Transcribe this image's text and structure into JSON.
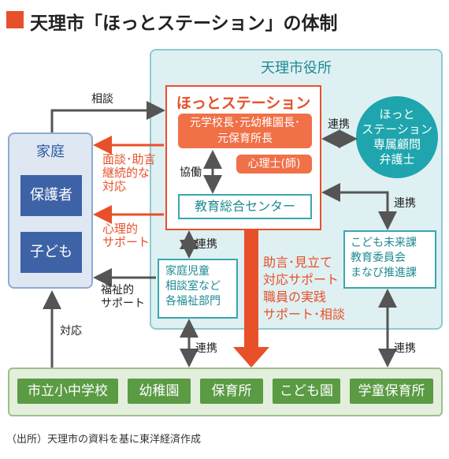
{
  "title": "天理市「ほっとステーション」の体制",
  "city_office": {
    "label": "天理市役所",
    "hotto_station": {
      "label": "ほっとステーション",
      "staff_1": "元学校長･元幼稚園長･\n元保育所長",
      "staff_2": "心理士(師)",
      "kyodo": "協働",
      "education_center": "教育総合センター"
    },
    "advisor": "ほっと\nステーション\n専属顧問\n弁護士",
    "kodomo_dept": "こども未来課\n教育委員会\nまなび推進課",
    "welfare_dept": "家庭児童\n相談室など\n各福祉部門"
  },
  "family": {
    "label": "家庭",
    "guardian": "保護者",
    "child": "子ども"
  },
  "annotations": {
    "soudan": "相談",
    "mendan": "面談･助言\n継続的な\n対応",
    "shinri": "心理的\nサポート",
    "fukushi": "福祉的\nサポート",
    "taiou": "対応",
    "jogen": "助言･見立て\n対応サポート\n職員の実践\nサポート･相談",
    "renkei_advisor": "連携",
    "renkei_kodomo": "連携",
    "renkei_welfare": "連携",
    "renkei_schools_left": "連携",
    "renkei_schools_right": "連携"
  },
  "schools": [
    "市立小中学校",
    "幼稚園",
    "保育所",
    "こども園",
    "学童保育所"
  ],
  "source": "（出所）天理市の資料を基に東洋経済作成",
  "colors": {
    "orange": "#e8502a",
    "teal": "#1fa5ad",
    "navy": "#3d62a6",
    "green": "#5a9b44"
  }
}
